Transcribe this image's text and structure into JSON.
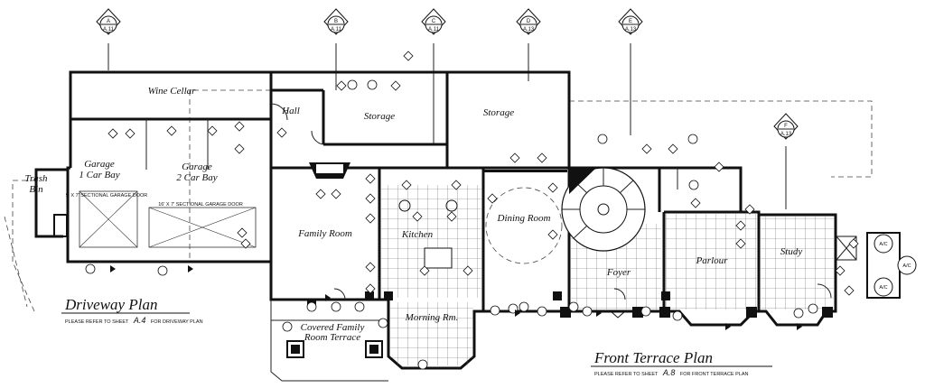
{
  "section_markers": [
    {
      "letter": "A",
      "sheet": "A.11"
    },
    {
      "letter": "B",
      "sheet": "A.11"
    },
    {
      "letter": "C",
      "sheet": "A.11"
    },
    {
      "letter": "D",
      "sheet": "A.13"
    },
    {
      "letter": "E",
      "sheet": "A.13"
    },
    {
      "letter": "F",
      "sheet": "A.13"
    }
  ],
  "rooms": {
    "wine_cellar": "Wine Cellar",
    "hall": "Hall",
    "storage_1": "Storage",
    "storage_2": "Storage",
    "garage_1": "Garage",
    "garage_1_sub": "1 Car Bay",
    "garage_2": "Garage",
    "garage_2_sub": "2 Car Bay",
    "trash_bin": "Trash",
    "trash_bin_sub": "Bin",
    "family_room": "Family Room",
    "kitchen": "Kitchen",
    "dining_room": "Dining Room",
    "foyer": "Foyer",
    "parlour": "Parlour",
    "study": "Study",
    "morning_rm": "Morning Rm.",
    "covered_terrace": "Covered Family",
    "covered_terrace_sub": "Room Terrace"
  },
  "door_notes": {
    "sectional_1": "9' X 7' SECTIONAL GARAGE DOOR",
    "sectional_2": "16' X 7' SECTIONAL GARAGE DOOR"
  },
  "ac_units": [
    "A/C",
    "A/C",
    "A/C"
  ],
  "driveway": {
    "title": "Driveway Plan",
    "note_prefix": "PLEASE REFER TO SHEET",
    "sheet": "A.4",
    "note_suffix": "FOR DRIVEWAY PLAN"
  },
  "terrace": {
    "title": "Front Terrace Plan",
    "note_prefix": "PLEASE REFER TO SHEET",
    "sheet": "A.8",
    "note_suffix": "FOR FRONT TERRACE PLAN"
  }
}
